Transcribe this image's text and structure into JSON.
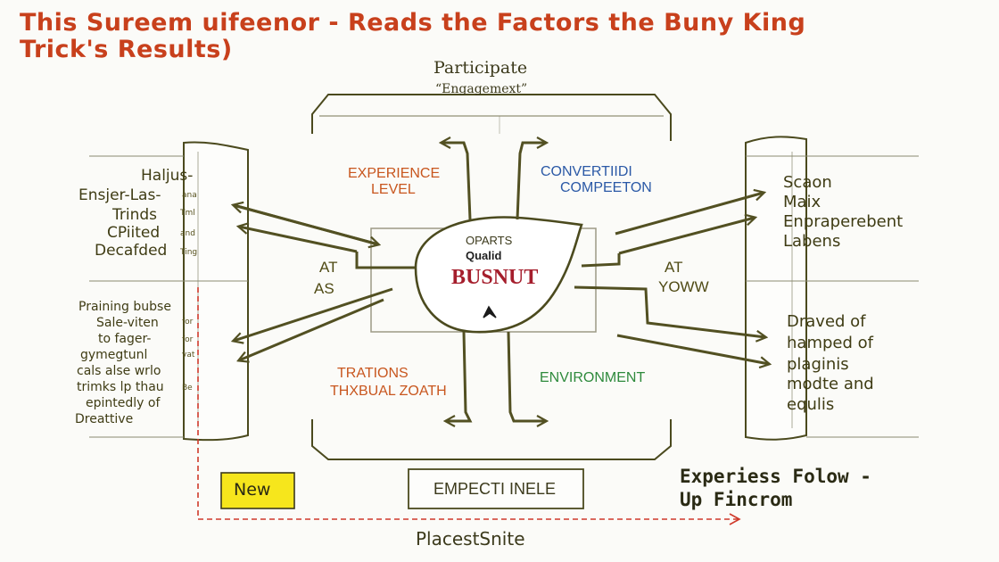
{
  "title": {
    "line1": "This Sureem uifeenor - Reads the Factors the Buny King",
    "line2": "Trick's Results)"
  },
  "top_label": {
    "line1": "Participate",
    "line2": "“Engagemext”"
  },
  "center": {
    "small1": "OPARTS",
    "small2": "Qualid",
    "main": "BUSNUT"
  },
  "quadrants": {
    "experience": {
      "line1": "EXPERIENCE",
      "line2": "LEVEL",
      "color": "#c8561e"
    },
    "convert": {
      "line1": "CONVERTIIDI",
      "line2": "COMPEETON",
      "color": "#2b59a6"
    },
    "trations": {
      "line1": "TRATIONS",
      "line2": "THXBUAL ZOATH",
      "color": "#c8561e"
    },
    "environment": {
      "line1": "ENVIRONMENT",
      "color": "#2e8a3c"
    }
  },
  "mid_labels": {
    "left": {
      "line1": "AT",
      "line2": "AS"
    },
    "right": {
      "line1": "AT",
      "line2": "YOWW"
    }
  },
  "left_top": {
    "lines": [
      "Haljus-",
      "Ensjer-Las-",
      "Trinds",
      "CPiited",
      "Decafded"
    ],
    "notes": [
      "ana",
      "Tml",
      "and",
      "Ting"
    ]
  },
  "left_bottom": {
    "lines": [
      "Praining bubse",
      "Sale-viten",
      "to fager-",
      "gymegtunl",
      "cals alse wrlo",
      "trimks lp thau",
      "epintedly of",
      "Dreattive"
    ],
    "notes": [
      "for",
      "for",
      "vat",
      "Be"
    ]
  },
  "right_top": {
    "lines": [
      "Scaon",
      "Maix",
      "Enpraperebent",
      "Labens"
    ]
  },
  "right_bottom": {
    "lines": [
      "Draved of",
      "hamped of",
      "plaginis",
      "modte and",
      "equlis"
    ]
  },
  "bottom": {
    "new_badge": "New",
    "box_label": "EMPECTI INELE",
    "footer_label": "PlacestSnite",
    "right_line1": "Experiess Folow -",
    "right_line2": "Up Fincrom"
  },
  "colors": {
    "title": "#c8401c",
    "stroke": "#4b4a1e",
    "arrow": "#525022",
    "dashed": "#d0392a",
    "badge_fill": "#f6e61c",
    "center_text": "#a51e2c"
  }
}
